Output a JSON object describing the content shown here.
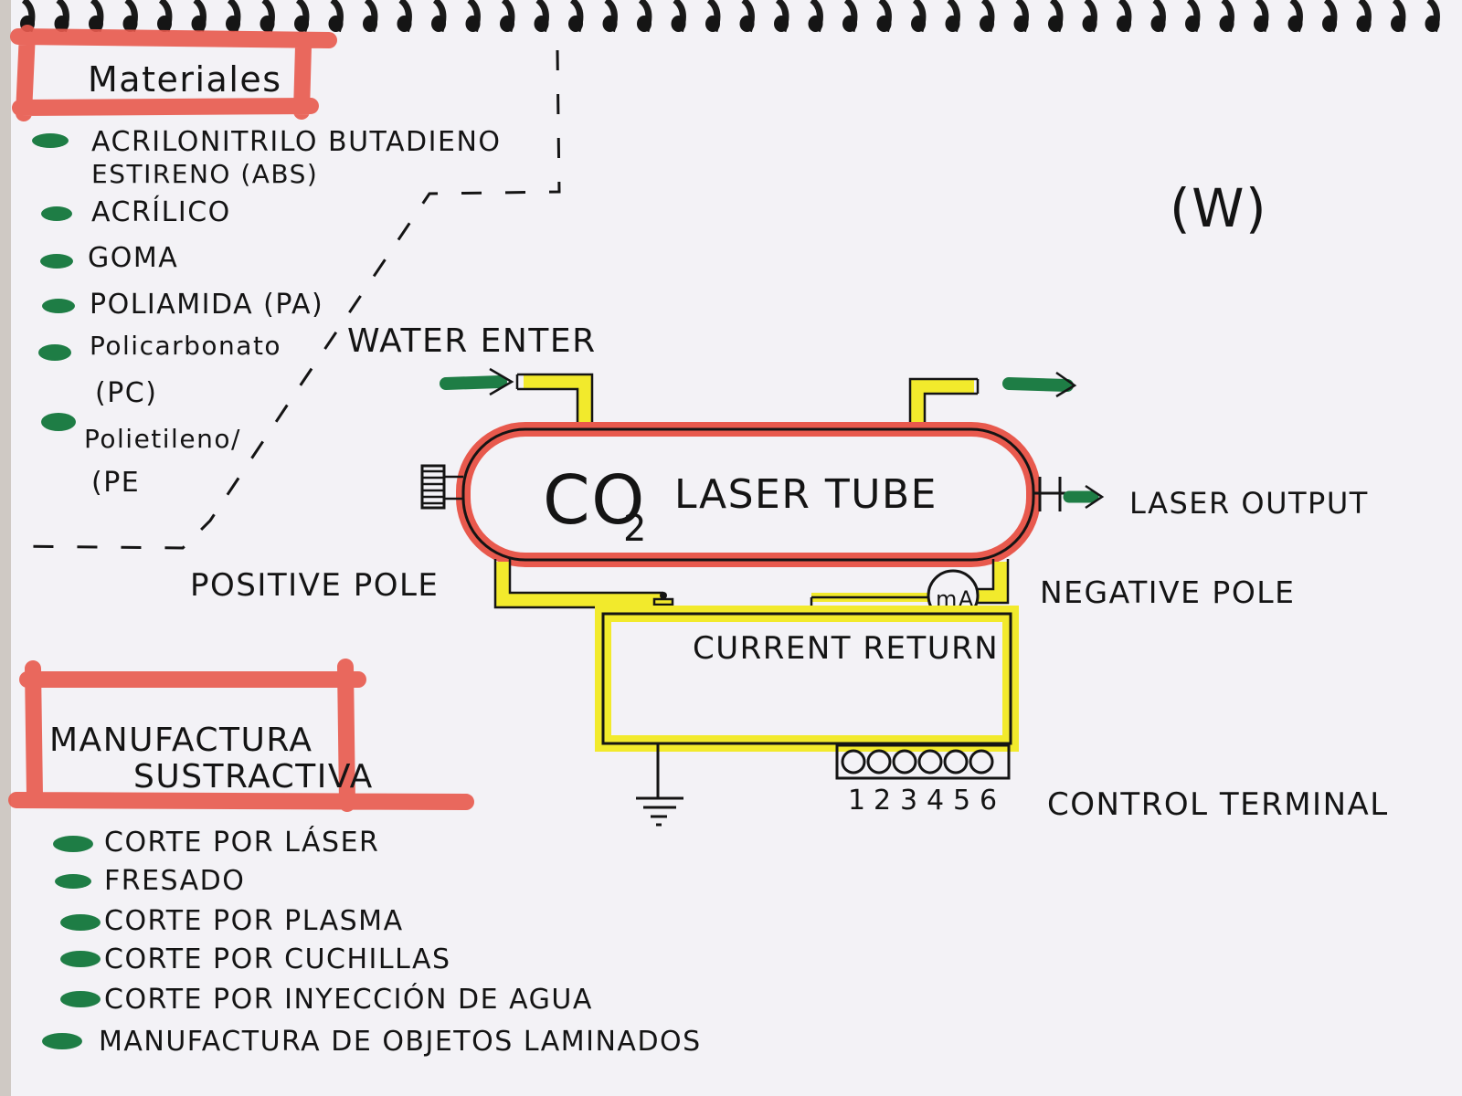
{
  "materials": {
    "title": "Materiales",
    "items": [
      {
        "line1": "Acrilonitrilo butadieno",
        "line2": "estireno (ABS)"
      },
      {
        "line1": "Acrílico",
        "line2": ""
      },
      {
        "line1": "Goma",
        "line2": ""
      },
      {
        "line1": "Poliamida (PA)",
        "line2": ""
      },
      {
        "line1": "Policarbonato",
        "line2": "(PC)"
      },
      {
        "line1": "Polietileno/",
        "line2": "(PE"
      }
    ]
  },
  "corner_mark": "(W)",
  "diagram": {
    "tube_label": "CO",
    "tube_label_sub": "2",
    "tube_label_rest": "Laser tube",
    "water_enter": "Water enter",
    "laser_output": "Laser output",
    "positive_pole": "Positive pole",
    "negative_pole": "Negative pole",
    "meter_label": "mA",
    "current_return": "Current return",
    "control_terminal": "Control terminal",
    "terminal_numbers": [
      "1",
      "2",
      "3",
      "4",
      "5",
      "6"
    ]
  },
  "manufacturing": {
    "title_line1": "Manufactura",
    "title_line2": "sustractiva",
    "items": [
      "Corte por láser",
      "Fresado",
      "Corte por plasma",
      "Corte por cuchillas",
      "Corte por inyección de agua",
      "Manufactura de objetos laminados"
    ]
  },
  "colors": {
    "paper": "#f3f2f6",
    "ink": "#141414",
    "red_marker": "#e8594d",
    "yellow_marker": "#f2ea2c",
    "green_marker": "#1e7d45"
  }
}
